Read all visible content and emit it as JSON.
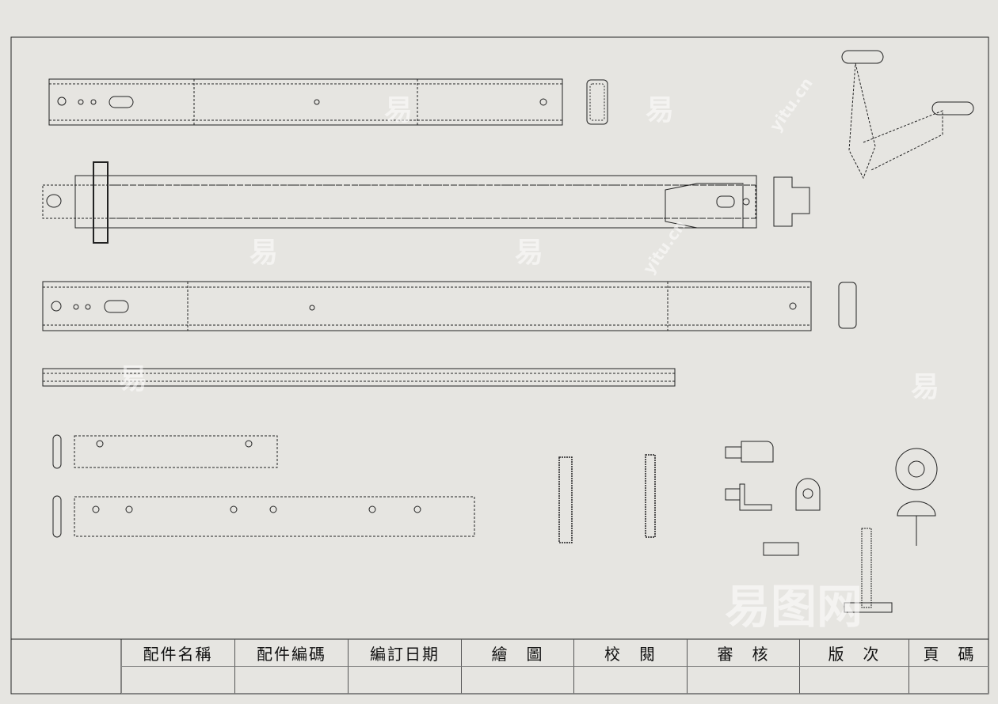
{
  "title_block": {
    "headers": [
      "配件名稱",
      "配件編碼",
      "編訂日期",
      "繪　圖",
      "校　閱",
      "審　核",
      "版　次",
      "頁　碼"
    ],
    "values": [
      "",
      "",
      "",
      "",
      "",
      "",
      "",
      ""
    ]
  },
  "watermark": {
    "logo": "易图网",
    "mark": "易",
    "site": "yitu.cn"
  },
  "colors": {
    "paper": "#e6e5e1",
    "line": "#222222"
  }
}
